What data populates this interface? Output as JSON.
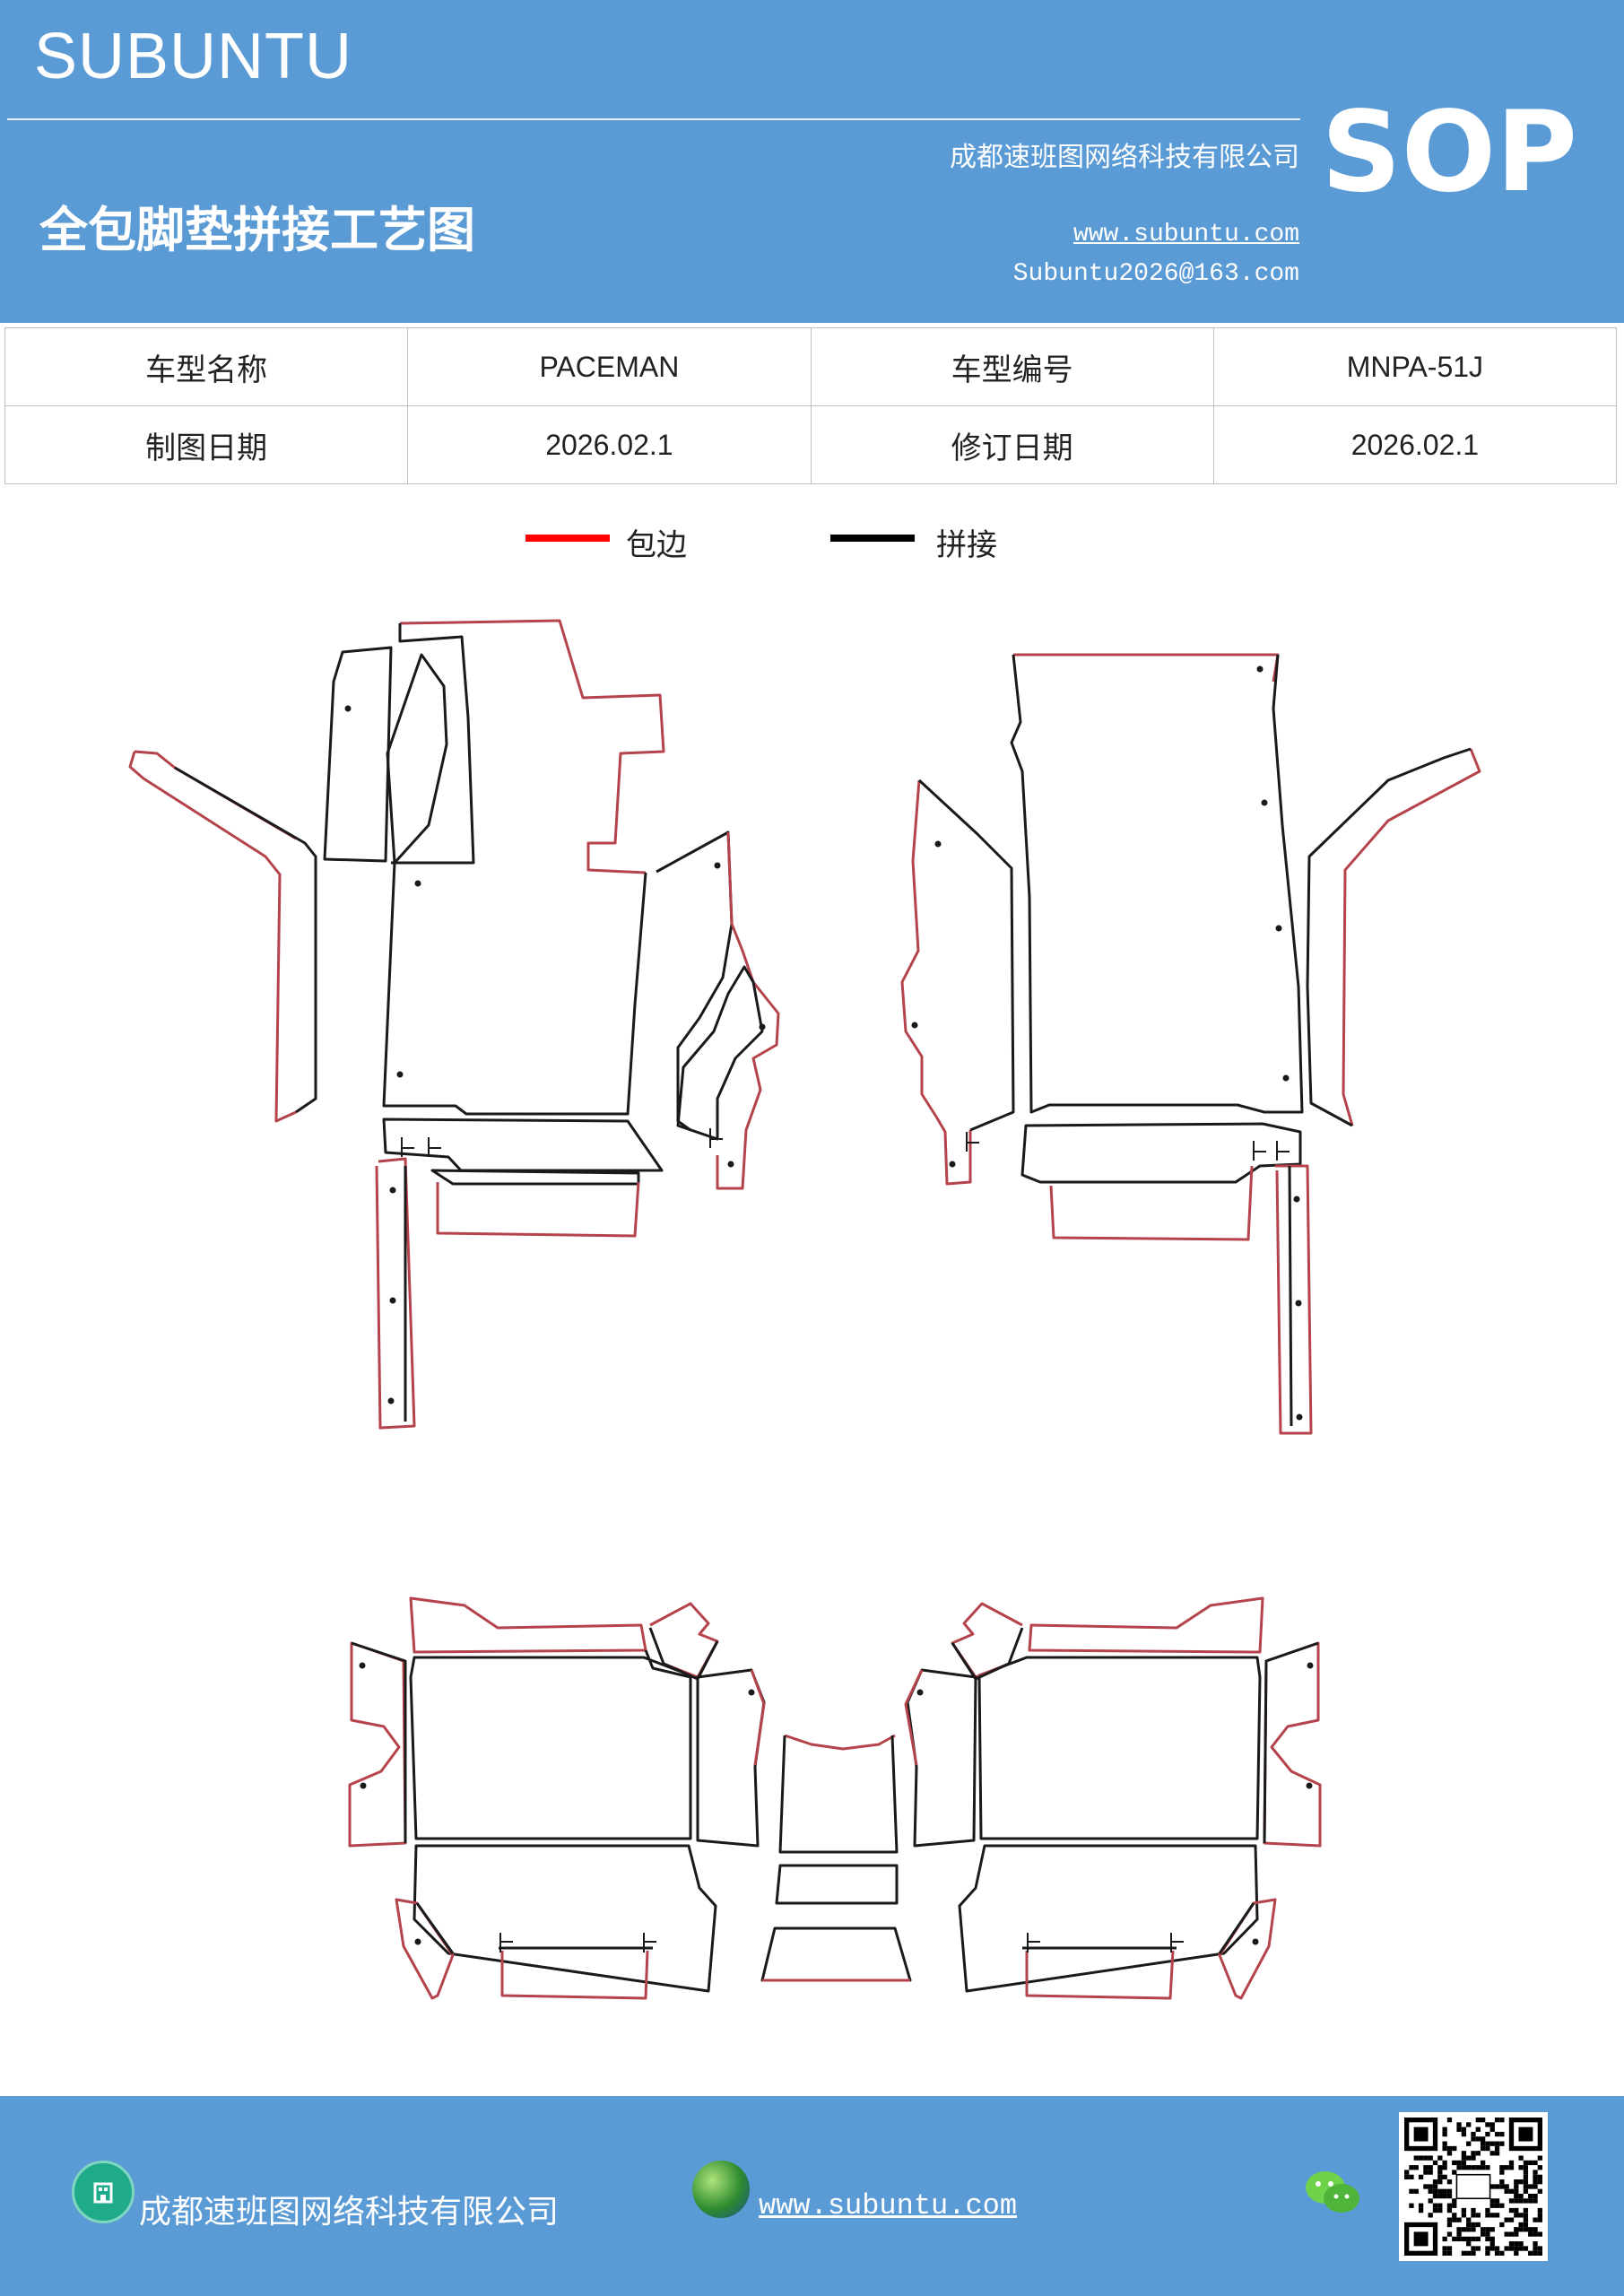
{
  "header": {
    "brand": "SUBUNTU",
    "title": "全包脚垫拼接工艺图",
    "company": "成都速班图网络科技有限公司",
    "website": "www.subuntu.com",
    "email": "Subuntu2026@163.com",
    "badge": "SOP"
  },
  "info_table": {
    "rows": [
      [
        "车型名称",
        "PACEMAN",
        "车型编号",
        "MNPA-51J"
      ],
      [
        "制图日期",
        "2026.02.1",
        "修订日期",
        "2026.02.1"
      ]
    ]
  },
  "legend": {
    "items": [
      {
        "label": "包边",
        "color": "#ff0000"
      },
      {
        "label": "拼接",
        "color": "#000000"
      }
    ]
  },
  "colors": {
    "brand_blue": "#5b9bd5",
    "edge_red": "#b5434b",
    "seam_black": "#1a1a1a"
  },
  "footer": {
    "company": "成都速班图网络科技有限公司",
    "website": "www.subuntu.com",
    "icons": [
      "building-icon",
      "globe-icon",
      "wechat-icon",
      "qr-code"
    ]
  }
}
